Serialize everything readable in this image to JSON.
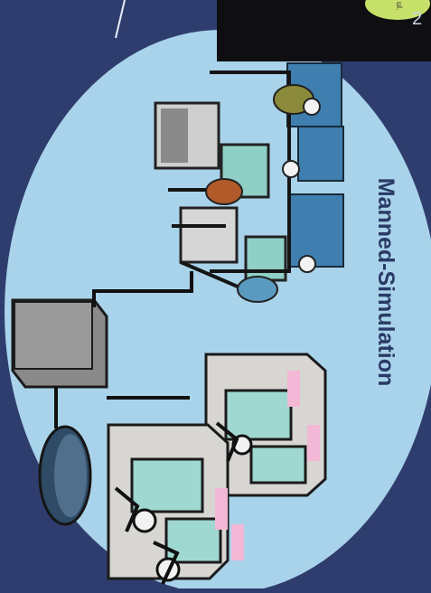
{
  "diagram": {
    "section_label": "Manned-Simulation",
    "corner_glyph": "2",
    "corner_small_text": "ul.",
    "colors": {
      "page_background": "#2f3d6e",
      "oval_fill": "#a9d3ea",
      "dark_panel": "#0f0f12",
      "label_color": "#2a3a66",
      "screen_teal": "#9fd8d0",
      "console_grey": "#d8d6d2",
      "accent_pink": "#f2b8d6",
      "accent_green": "#c7e06a"
    },
    "icons": [
      "workstation-group-icon",
      "operator-icon",
      "server-cabinet-icon",
      "network-cable-icon",
      "router-icon",
      "cockpit-console-icon"
    ]
  }
}
